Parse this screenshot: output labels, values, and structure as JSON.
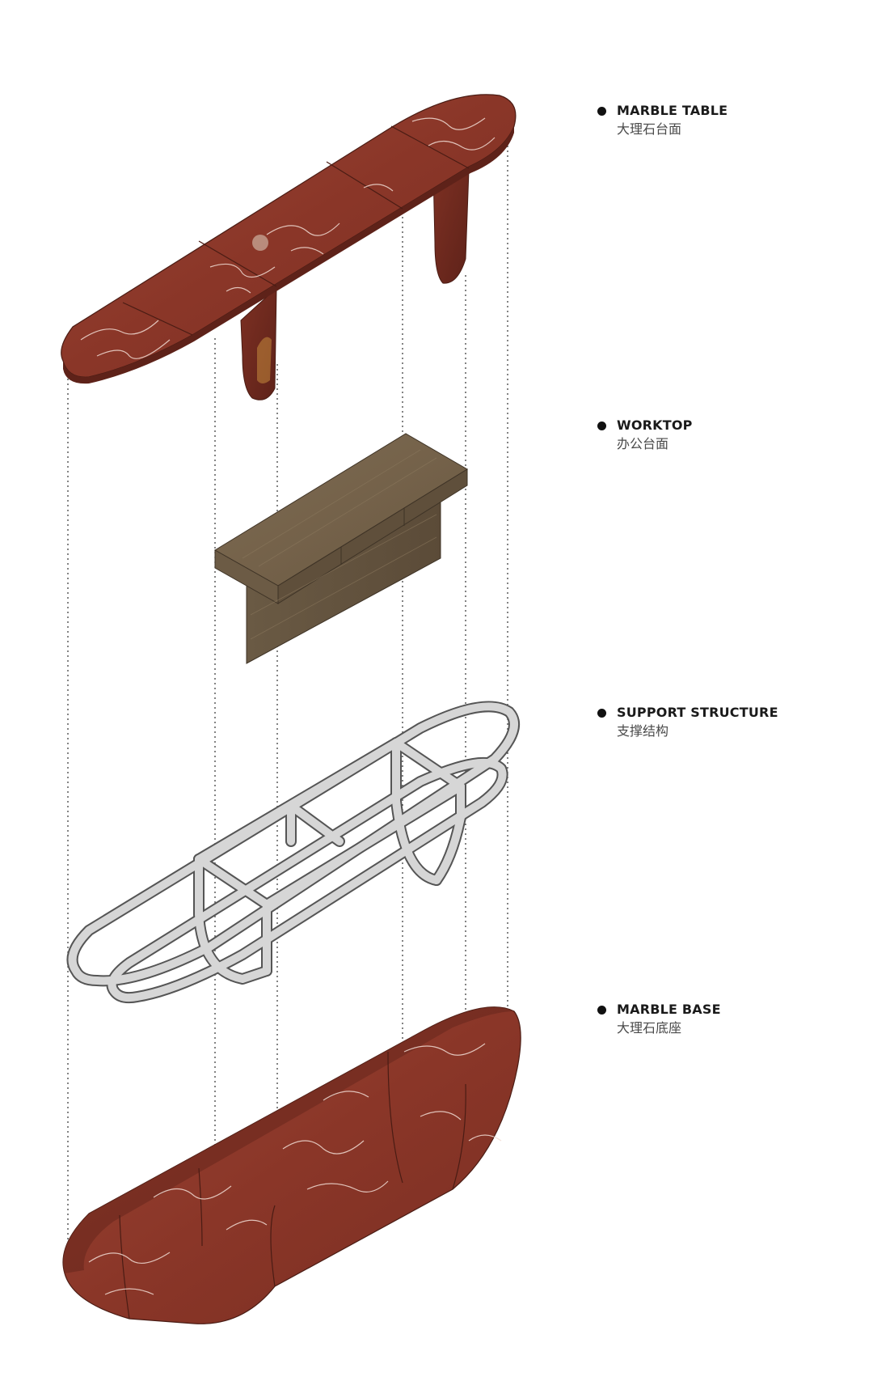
{
  "components": [
    {
      "name": "MARBLE TABLE",
      "name_zh": "大理石台面"
    },
    {
      "name": "WORKTOP",
      "name_zh": "办公台面"
    },
    {
      "name": "SUPPORT STRUCTURE",
      "name_zh": "支撑结构"
    },
    {
      "name": "MARBLE BASE",
      "name_zh": "大理石底座"
    }
  ],
  "colors": {
    "marble": "#8e3a2c",
    "marble_dark": "#6f2a1f",
    "marble_vein": "#f1dcd4",
    "wood": "#74624a",
    "wood_dark": "#5a4a37",
    "frame": "#d6d6d6",
    "frame_outline": "#555555",
    "guide_line": "#333333",
    "bullet": "#111111",
    "text_en": "#1a1a1a",
    "text_zh": "#4a4a4a"
  }
}
